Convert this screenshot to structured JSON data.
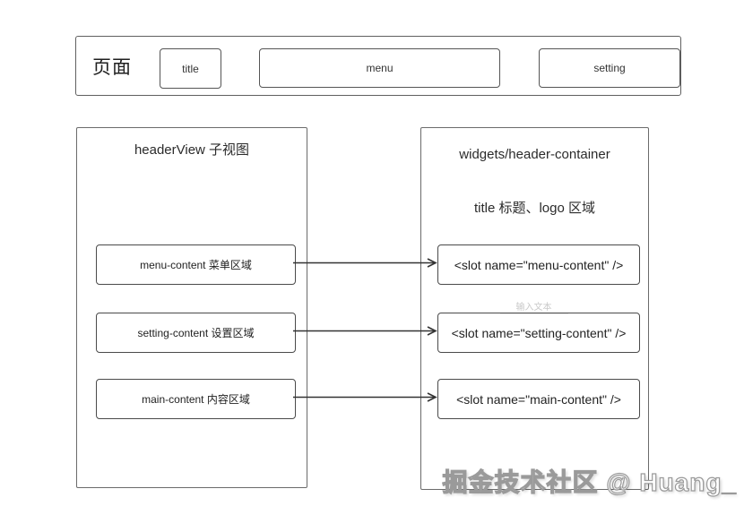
{
  "page_box": {
    "label": "页面",
    "slots": [
      {
        "label": "title"
      },
      {
        "label": "menu"
      },
      {
        "label": "setting"
      }
    ]
  },
  "left_panel": {
    "title": "headerView 子视图",
    "items": [
      {
        "label": "menu-content 菜单区域"
      },
      {
        "label": "setting-content 设置区域"
      },
      {
        "label": "main-content 内容区域"
      }
    ]
  },
  "right_panel": {
    "title": "widgets/header-container",
    "subtitle": "title 标题、logo 区域",
    "placeholder_text": "输入文本",
    "slots": [
      {
        "label": "<slot name=\"menu-content\" />"
      },
      {
        "label": "<slot name=\"setting-content\" />"
      },
      {
        "label": "<slot name=\"main-content\" />"
      }
    ]
  },
  "watermark": "掘金技术社区 @ Huang_",
  "colors": {
    "background": "#ffffff",
    "outer_border": "#606060",
    "inner_border": "#4a4a4a",
    "text": "#2b2b2b",
    "placeholder": "#c9c9c9",
    "arrow": "#333333",
    "watermark_fill": "#ffffff",
    "watermark_stroke": "#9a9a9a"
  }
}
